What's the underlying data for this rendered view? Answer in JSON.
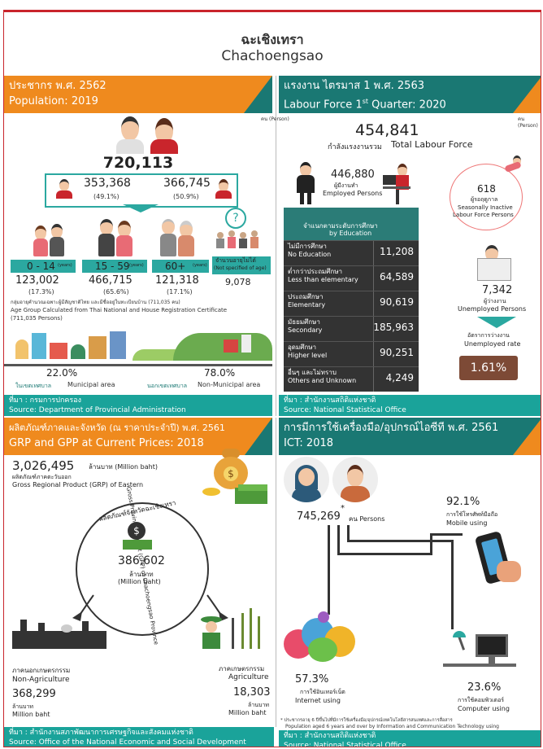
{
  "title": {
    "th": "ฉะเชิงเทรา",
    "en": "Chachoengsao"
  },
  "unit_person": "คน (Person)",
  "population": {
    "header_th": "ประชากร พ.ศ. 2562",
    "header_en": "Population: 2019",
    "total": "720,113",
    "male": "353,368",
    "male_pct": "(49.1%)",
    "female": "366,745",
    "female_pct": "(50.9%)",
    "age_groups": [
      {
        "label": "0 - 14",
        "unit": "(years)",
        "value": "123,002",
        "pct": "(17.3%)"
      },
      {
        "label": "15 - 59",
        "unit": "(years)",
        "value": "466,715",
        "pct": "(65.6%)"
      },
      {
        "label": "60+",
        "unit": "(years)",
        "value": "121,318",
        "pct": "(17.1%)"
      }
    ],
    "unspecified_th": "จำนวนอายุไม่ได้",
    "unspecified_en": "(Not specified of age)",
    "unspecified_value": "9,078",
    "question_mark": "?",
    "note_th": "กลุ่มอายุคำนวณเฉพาะผู้มีสัญชาติไทย และมีชื่ออยู่ในทะเบียนบ้าน (711,035 คน)",
    "note_en": "Age Group Calculated from Thai National and House Registration Certificate",
    "note_en2": "(711,035 Persons)",
    "municipal_pct": "22.0%",
    "municipal_th": "ในเขตเทศบาล",
    "municipal_en": "Municipal area",
    "nonmunicipal_pct": "78.0%",
    "nonmunicipal_th": "นอกเขตเทศบาล",
    "nonmunicipal_en": "Non-Municipal area",
    "source_th": "ที่มา : กรมการปกครอง",
    "source_en": "Source: Department of Provincial Administration"
  },
  "labour": {
    "header_th": "แรงงาน ไตรมาส 1 พ.ศ. 2563",
    "header_en_pre": "Labour Force 1",
    "header_en_sup": "st",
    "header_en_post": "Quarter: 2020",
    "total": "454,841",
    "total_label_th": "กำลังแรงงานรวม",
    "total_label_en": "Total Labour Force",
    "employed": "446,880",
    "employed_th": "ผู้มีงานทำ",
    "employed_en": "Employed Persons",
    "inactive": "618",
    "inactive_th": "ผู้รอฤดูกาล",
    "inactive_en": "Seasonally Inactive",
    "inactive_en2": "Labour Force Persons",
    "edu_title_th": "จำแนกตามระดับการศึกษา",
    "edu_title_en": "by Education",
    "education": [
      {
        "th": "ไม่มีการศึกษา",
        "en": "No Education",
        "value": "11,208"
      },
      {
        "th": "ต่ำกว่าประถมศึกษา",
        "en": "Less than elementary",
        "value": "64,589"
      },
      {
        "th": "ประถมศึกษา",
        "en": "Elementary",
        "value": "90,619"
      },
      {
        "th": "มัธยมศึกษา",
        "en": "Secondary",
        "value": "185,963"
      },
      {
        "th": "อุดมศึกษา",
        "en": "Higher level",
        "value": "90,251"
      },
      {
        "th": "อื่นๆ และไม่ทราบ",
        "en": "Others and Unknown",
        "value": "4,249"
      }
    ],
    "unemployed": "7,342",
    "unemployed_th": "ผู้ว่างงาน",
    "unemployed_en": "Unemployed Persons",
    "rate_th": "อัตราการว่างงาน",
    "rate_en": "Unemployed rate",
    "rate": "1.61%",
    "source_th": "ที่มา : สำนักงานสถิติแห่งชาติ",
    "source_en": "Source: National Statistical Office"
  },
  "grp": {
    "header_th": "ผลิตภัณฑ์ภาคและจังหวัด (ณ ราคาประจำปี) พ.ศ. 2561",
    "header_en": "GRP and GPP at Current Prices: 2018",
    "grp_value": "3,026,495",
    "grp_unit": "ล้านบาท (Million baht)",
    "grp_th": "ผลิตภัณฑ์ภาคตะวันออก",
    "grp_en": "Gross Regional Product (GRP) of Eastern",
    "circle_th": "ผลิตภัณฑ์จังหวัดฉะเชิงเทรา",
    "circle_en": "Gross Province Product (GPP) of Chachoengsao Province",
    "gpp_value": "386,602",
    "gpp_unit_th": "ล้านบาท",
    "gpp_unit_en": "(Million baht)",
    "nonagri_th": "ภาคนอกเกษตรกรรม",
    "nonagri_en": "Non-Agriculture",
    "nonagri_value": "368,299",
    "nonagri_unit_th": "ล้านบาท",
    "nonagri_unit_en": "Million baht",
    "agri_th": "ภาคเกษตรกรรม",
    "agri_en": "Agriculture",
    "agri_value": "18,303",
    "agri_unit_th": "ล้านบาท",
    "agri_unit_en": "Million baht",
    "dollar": "$",
    "source_th": "ที่มา : สำนักงานสภาพัฒนาการเศรษฐกิจและสังคมแห่งชาติ",
    "source_en": "Source: Office of the National Economic and Social Development Council"
  },
  "ict": {
    "header_th": "การมีการใช้เครื่องมือ/อุปกรณ์ไอซีที พ.ศ. 2561",
    "header_en": "ICT: 2018",
    "persons": "745,269",
    "asterisk": "*",
    "persons_unit": "คน Persons",
    "mobile_pct": "92.1%",
    "mobile_th": "การใช้โทรศัพท์มือถือ",
    "mobile_en": "Mobile using",
    "internet_pct": "57.3%",
    "internet_th": "การใช้อินเทอร์เน็ต",
    "internet_en": "Internet using",
    "computer_pct": "23.6%",
    "computer_th": "การใช้คอมพิวเตอร์",
    "computer_en": "Computer using",
    "note_th": "* ประชากรอายุ 6 ปีขึ้นไปที่มีการใช้เครื่องมือ/อุปกรณ์เทคโนโลยีสารสนเทศและการสื่อสาร",
    "note_en": "Population aged 6 years and over by Information and Communication Technology using",
    "source_th": "ที่มา : สำนักงานสถิติแห่งชาติ",
    "source_en": "Source: National Statistical Office"
  }
}
